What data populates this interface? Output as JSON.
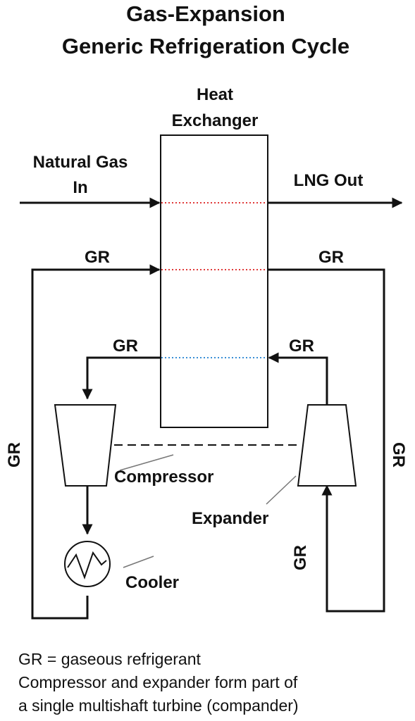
{
  "title": {
    "line1": "Gas-Expansion",
    "line2": "Generic Refrigeration Cycle"
  },
  "heat_exchanger": {
    "line1": "Heat",
    "line2": "Exchanger"
  },
  "inlet": {
    "line1": "Natural Gas",
    "line2": "In"
  },
  "outlet": "LNG Out",
  "gr": "GR",
  "components": {
    "compressor": "Compressor",
    "expander": "Expander",
    "cooler": "Cooler"
  },
  "footnote": {
    "line1": "GR = gaseous refrigerant",
    "line2": "Compressor and expander form part of",
    "line3": "a single multishaft turbine (compander)"
  },
  "colors": {
    "warm_stream": "#e03a3a",
    "cold_stream": "#3a8fd6",
    "line": "#111111"
  }
}
